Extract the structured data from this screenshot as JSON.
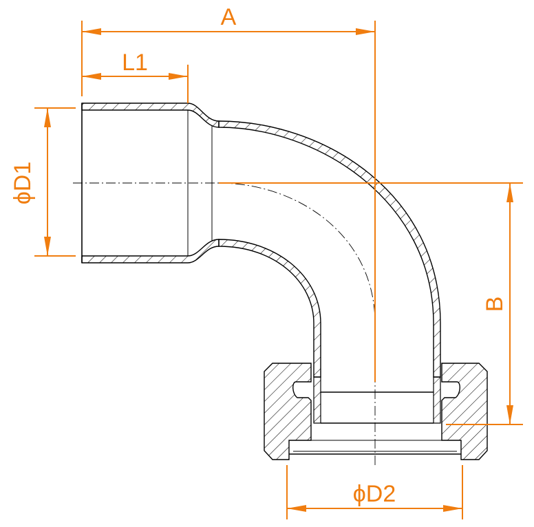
{
  "dimensions": {
    "a": "A",
    "l1": "L1",
    "d1": "ϕD1",
    "b": "B",
    "d2": "ϕD2"
  },
  "colors": {
    "dimension": "#f07d0f",
    "outline": "#000000",
    "background": "#ffffff"
  }
}
